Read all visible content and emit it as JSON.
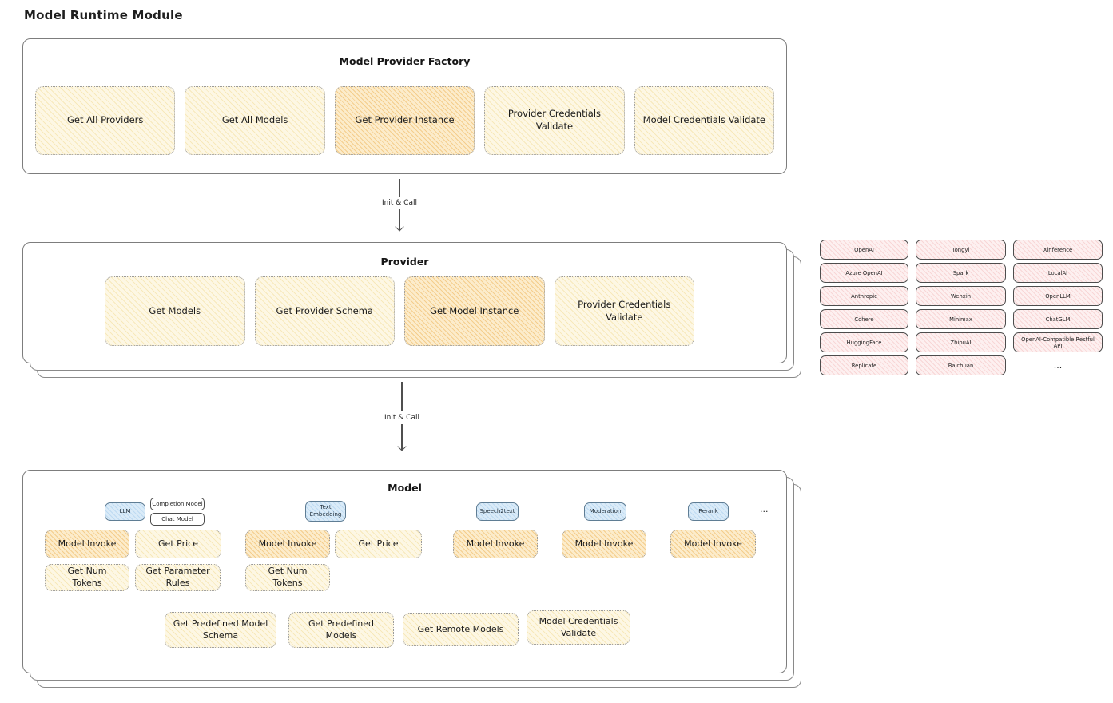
{
  "page": {
    "title": "Model Runtime Module"
  },
  "factory": {
    "title": "Model Provider Factory",
    "buttons": [
      "Get All Providers",
      "Get All Models",
      "Get Provider Instance",
      "Provider Credentials Validate",
      "Model Credentials Validate"
    ]
  },
  "arrow1": {
    "label": "Init & Call"
  },
  "arrow2": {
    "label": "Init & Call"
  },
  "provider": {
    "title": "Provider",
    "buttons": [
      "Get Models",
      "Get Provider Schema",
      "Get Model Instance",
      "Provider Credentials Validate"
    ]
  },
  "providers_panel": {
    "items": [
      "OpenAI",
      "Tongyi",
      "Xinference",
      "Azure OpenAI",
      "Spark",
      "LocalAI",
      "Anthropic",
      "Wenxin",
      "OpenLLM",
      "Cohere",
      "Minimax",
      "ChatGLM",
      "HuggingFace",
      "ZhipuAI",
      "OpenAI-Compatible Restful API",
      "Replicate",
      "Baichuan"
    ],
    "more": "..."
  },
  "model": {
    "title": "Model",
    "tabs": {
      "llm": "LLM",
      "completion": "Completion Model",
      "chat": "Chat Model",
      "text_embedding": "Text Embedding",
      "speech2text": "Speech2text",
      "moderation": "Moderation",
      "rerank": "Rerank",
      "more": "..."
    },
    "buttons": {
      "model_invoke": "Model Invoke",
      "get_price": "Get Price",
      "get_num_tokens": "Get Num Tokens",
      "get_parameter_rules": "Get Parameter Rules",
      "get_predefined_model_schema": "Get Predefined Model Schema",
      "get_predefined_models": "Get Predefined Models",
      "get_remote_models": "Get Remote Models",
      "model_credentials_validate": "Model Credentials Validate"
    }
  },
  "colors": {
    "button_yellow": "#fdf7e4",
    "button_orange_highlight": "#fceccb",
    "provider_pill_pink": "#fdf0f0",
    "tab_blue": "#daebf8",
    "box_border_gray": "#7d7d7d"
  }
}
